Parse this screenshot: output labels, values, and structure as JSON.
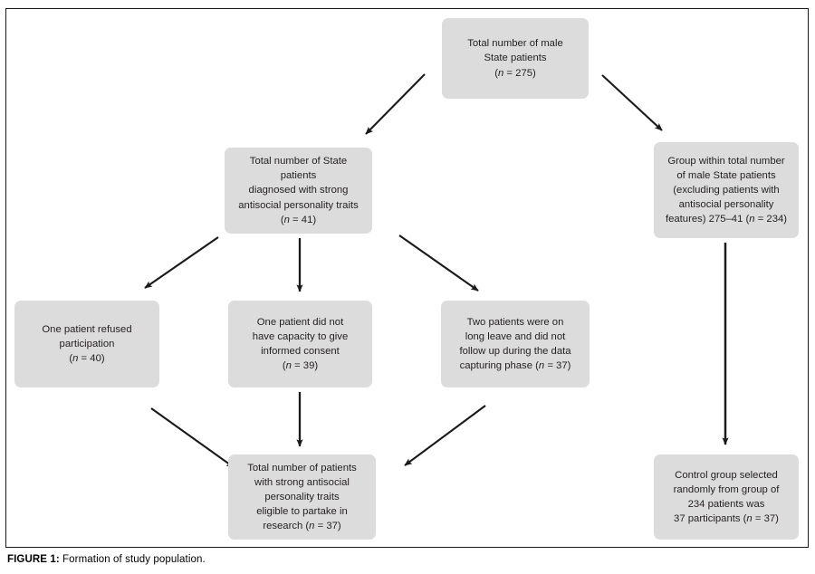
{
  "figure": {
    "caption_label": "FIGURE 1:",
    "caption_text": " Formation of study population."
  },
  "nodes": {
    "total_male": "Total number of male\nState patients\n(n = 275)",
    "diagnosed": "Total number of State patients\ndiagnosed with strong\nantisocial personality traits\n(n = 41)",
    "group_excluded": "Group within total number\nof male State patients\n(excluding patients with\nantisocial personality\nfeatures) 275–41 (n = 234)",
    "refused": "One patient refused\nparticipation\n(n = 40)",
    "no_capacity": "One patient did not\nhave capacity to give\ninformed consent\n(n = 39)",
    "long_leave": "Two patients were on\nlong leave and did not\nfollow up during the data\ncapturing phase (n = 37)",
    "eligible": "Total number of patients\nwith strong antisocial\npersonality traits\neligible to partake in\nresearch (n = 37)",
    "control_group": "Control group selected\nrandomly from group of\n234 patients was\n37 participants (n = 37)"
  },
  "chart_data": {
    "type": "diagram",
    "title": "Formation of study population",
    "diagram_kind": "flowchart",
    "nodes": [
      {
        "id": "total_male",
        "label": "Total number of male State patients",
        "n": 275
      },
      {
        "id": "diagnosed",
        "label": "Total number of State patients diagnosed with strong antisocial personality traits",
        "n": 41
      },
      {
        "id": "group_excluded",
        "label": "Group within total number of male State patients (excluding patients with antisocial personality features) 275-41",
        "n": 234
      },
      {
        "id": "refused",
        "label": "One patient refused participation",
        "n": 40
      },
      {
        "id": "no_capacity",
        "label": "One patient did not have capacity to give informed consent",
        "n": 39
      },
      {
        "id": "long_leave",
        "label": "Two patients were on long leave and did not follow up during the data capturing phase",
        "n": 37
      },
      {
        "id": "eligible",
        "label": "Total number of patients with strong antisocial personality traits eligible to partake in research",
        "n": 37
      },
      {
        "id": "control_group",
        "label": "Control group selected randomly from group of 234 patients was 37 participants",
        "n": 37
      }
    ],
    "edges": [
      {
        "from": "total_male",
        "to": "diagnosed"
      },
      {
        "from": "total_male",
        "to": "group_excluded"
      },
      {
        "from": "diagnosed",
        "to": "refused"
      },
      {
        "from": "diagnosed",
        "to": "no_capacity"
      },
      {
        "from": "diagnosed",
        "to": "long_leave"
      },
      {
        "from": "refused",
        "to": "eligible"
      },
      {
        "from": "no_capacity",
        "to": "eligible"
      },
      {
        "from": "long_leave",
        "to": "eligible"
      },
      {
        "from": "group_excluded",
        "to": "control_group"
      }
    ],
    "colors": {
      "node_fill": "#dcdcdc",
      "arrow": "#1a1a1a",
      "text": "#231f20",
      "background": "#ffffff"
    }
  }
}
